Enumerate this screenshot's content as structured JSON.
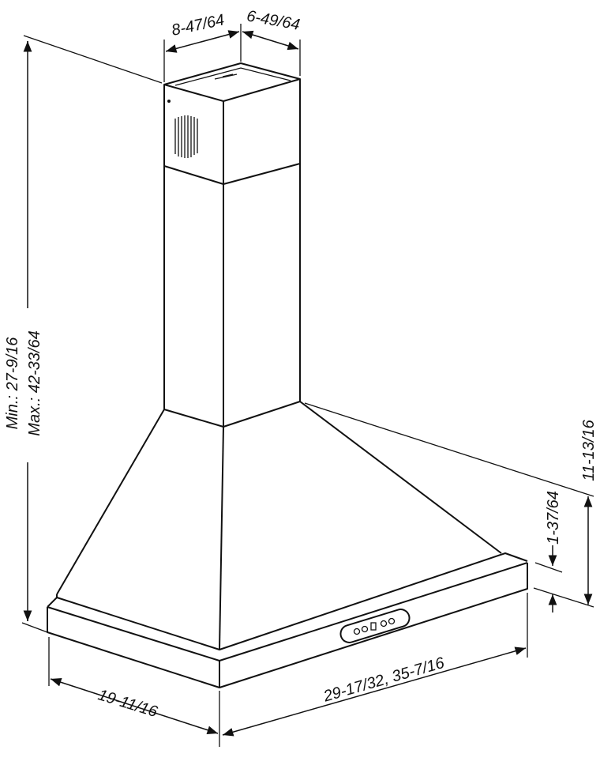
{
  "dimensions": {
    "top_width": "8-47/64",
    "top_depth": "6-49/64",
    "height_min": "Min.: 27-9/16",
    "height_max": "Max.: 42-33/64",
    "hood_height": "11-13/16",
    "base_thickness": "1-37/64",
    "depth": "19-11/16",
    "width": "29-17/32, 35-7/16"
  },
  "colors": {
    "line": "#111111",
    "background": "#ffffff"
  }
}
